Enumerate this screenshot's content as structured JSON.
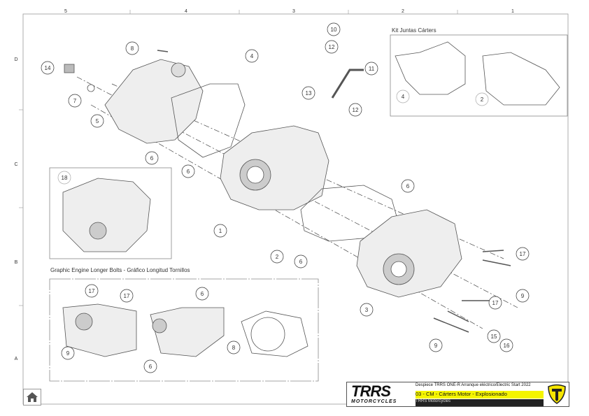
{
  "grid": {
    "columns": [
      "5",
      "4",
      "3",
      "2",
      "1"
    ],
    "rows": [
      "D",
      "C",
      "B",
      "A"
    ]
  },
  "kit_box": {
    "title": "Kit Juntas Cárters",
    "callouts": [
      "4",
      "2"
    ]
  },
  "assembly_box": {
    "callout": "18"
  },
  "bolts_box": {
    "title": "Graphic Engine Longer Bolts - Gráfico Longitud Tornillos",
    "callouts": [
      "17",
      "17",
      "6",
      "9",
      "6",
      "8"
    ]
  },
  "callouts": [
    "10",
    "12",
    "8",
    "4",
    "14",
    "11",
    "7",
    "13",
    "12",
    "5",
    "6",
    "6",
    "1",
    "6",
    "2",
    "6",
    "17",
    "9",
    "3",
    "17",
    "15",
    "16",
    "9"
  ],
  "title_block": {
    "logo_text": "TRRS",
    "logo_subtext": "MOTORCYCLES",
    "line1": "Despiece TRRS ONE-R  Arranque eléctrico/Electric Start 2022",
    "line2": "03 - CM - Cárters Motor - Explosionado",
    "line3": "TRRS Motorcycles",
    "accent_color": "#f5f500"
  },
  "home_button": {
    "icon": "home-icon"
  }
}
